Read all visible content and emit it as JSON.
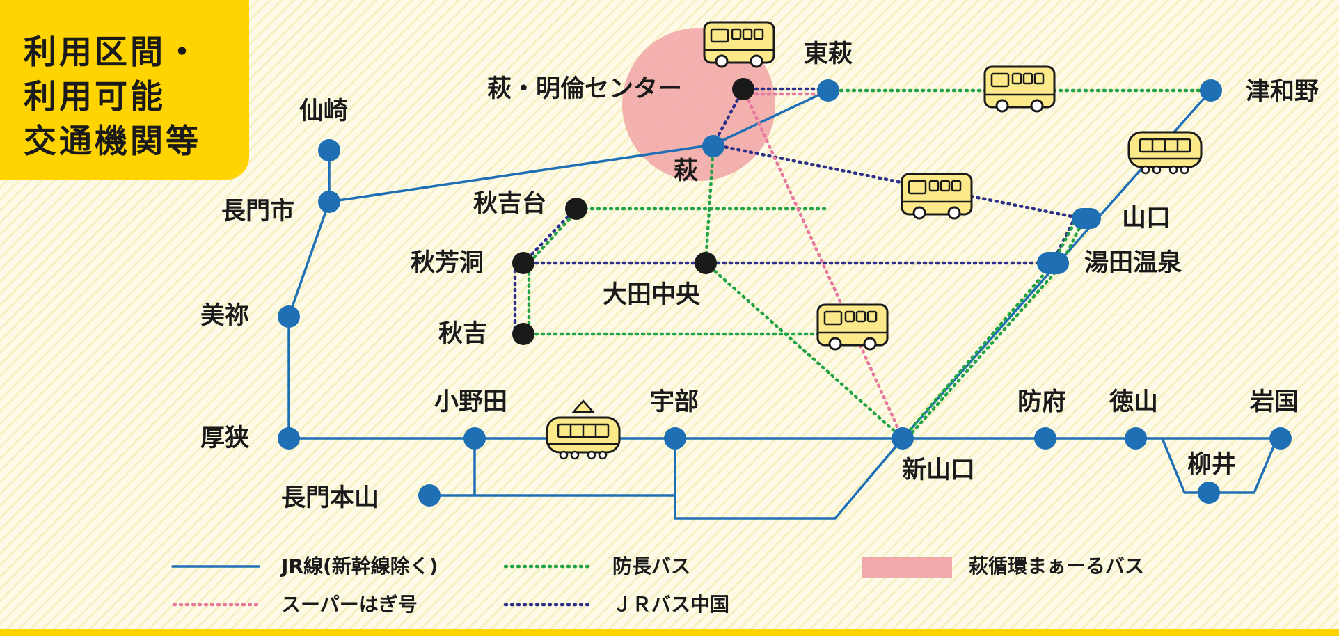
{
  "title": {
    "line1": "利用区間・",
    "line2": "利用可能",
    "line3": "交通機関等"
  },
  "colors": {
    "jr_line": "#1f6fb5",
    "bochou_bus": "#22a345",
    "super_hagi": "#e8779e",
    "jr_bus": "#2e3088",
    "loop_bus_area": "#f2a9a9",
    "title_bg": "#ffd400",
    "station_jr": "#1f6fb5",
    "station_bus": "#1a1a1a"
  },
  "stations": {
    "hagi_meirin": "萩・明倫センター",
    "higashi_hagi": "東萩",
    "tsuwano": "津和野",
    "senzaki": "仙崎",
    "hagi": "萩",
    "nagato_shi": "長門市",
    "akiyoshidai": "秋吉台",
    "yamaguchi": "山口",
    "akiyoshido": "秋芳洞",
    "yuda_onsen": "湯田温泉",
    "ota_chuo": "大田中央",
    "mine": "美祢",
    "akiyoshi": "秋吉",
    "onoda": "小野田",
    "ube": "宇部",
    "hofu": "防府",
    "tokuyama": "徳山",
    "iwakuni": "岩国",
    "asa": "厚狭",
    "shin_yamaguchi": "新山口",
    "yanai": "柳井",
    "nagato_motoyama": "長門本山"
  },
  "legend": {
    "jr_line": "JR線(新幹線除く)",
    "bochou_bus": "防長バス",
    "loop_bus": "萩循環まぁーるバス",
    "super_hagi": "スーパーはぎ号",
    "jr_bus": "ＪＲバス中国"
  },
  "icons": {
    "bus": "bus-icon",
    "train": "train-icon",
    "tram": "tram-icon"
  }
}
